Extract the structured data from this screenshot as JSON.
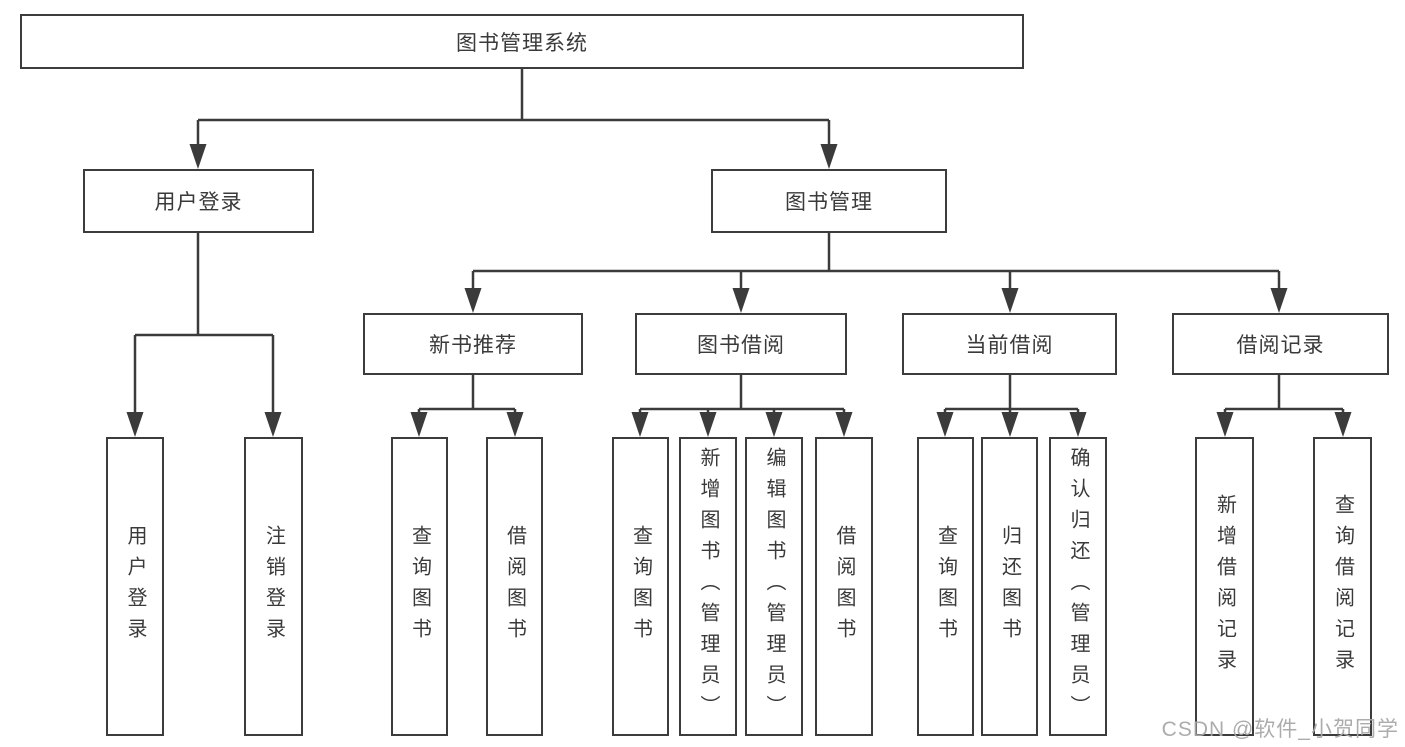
{
  "diagram": {
    "root": {
      "label": "图书管理系统"
    },
    "level2": {
      "user_login": {
        "label": "用户登录"
      },
      "book_mgmt": {
        "label": "图书管理"
      }
    },
    "level3": {
      "new_book_rec": {
        "label": "新书推荐"
      },
      "book_borrow": {
        "label": "图书借阅"
      },
      "current_borrow": {
        "label": "当前借阅"
      },
      "borrow_record": {
        "label": "借阅记录"
      }
    },
    "leaves": {
      "a1": {
        "label": "用户登录"
      },
      "a2": {
        "label": "注销登录"
      },
      "b1": {
        "label": "查询图书"
      },
      "b2": {
        "label": "借阅图书"
      },
      "c1": {
        "label": "查询图书"
      },
      "c2": {
        "label": "新增图书（管理员）"
      },
      "c3": {
        "label": "编辑图书（管理员）"
      },
      "c4": {
        "label": "借阅图书"
      },
      "d1": {
        "label": "查询图书"
      },
      "d2": {
        "label": "归还图书"
      },
      "d3": {
        "label": "确认归还（管理员）"
      },
      "e1": {
        "label": "新增借阅记录"
      },
      "e2": {
        "label": "查询借阅记录"
      }
    }
  },
  "watermark": {
    "text": "CSDN @软件_小贺同学"
  },
  "colors": {
    "line": "#3b3b3b",
    "box_border": "#3c3c3c",
    "text": "#3a3a3a",
    "watermark": "#a8a8a8",
    "background": "#ffffff"
  }
}
